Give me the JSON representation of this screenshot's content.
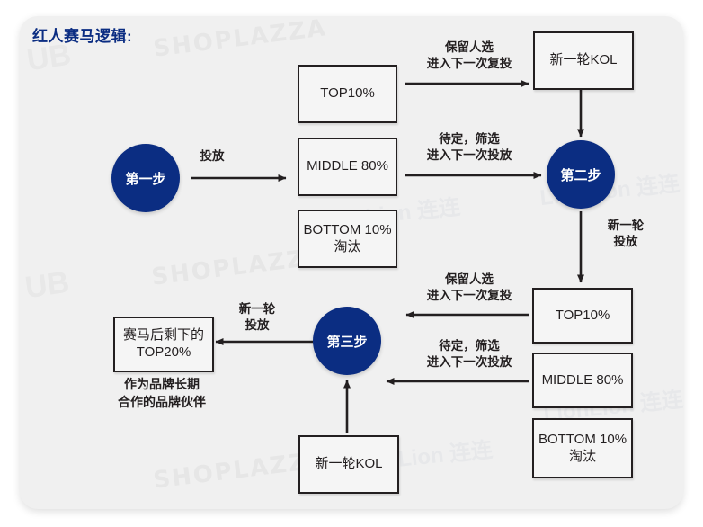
{
  "page": {
    "title": "红人赛马逻辑:",
    "accent_color": "#0b2d82",
    "card_bg": "#f0f0f0",
    "box_border": "#231f20"
  },
  "watermarks": [
    {
      "text": "SHOPLAZZA",
      "kind": "shoplazza"
    },
    {
      "text": "UB",
      "kind": "ub"
    },
    {
      "text": "LionLion 连连",
      "kind": "lionlion"
    }
  ],
  "steps": [
    {
      "id": "step1",
      "label": "第一步"
    },
    {
      "id": "step2",
      "label": "第二步"
    },
    {
      "id": "step3",
      "label": "第三步"
    }
  ],
  "boxes": {
    "round1_top": "TOP10%",
    "round1_middle": "MIDDLE\n80%",
    "round1_bottom": "BOTTOM\n10%淘汰",
    "new_kol_top": "新一轮KOL",
    "round2_top": "TOP10%",
    "round2_middle": "MIDDLE\n80%",
    "round2_bottom": "BOTTOM\n10%淘汰",
    "final_result": "赛马后剩下的\nTOP20%",
    "new_kol_bottom": "新一轮KOL"
  },
  "arrow_labels": {
    "deliver_1": "投放",
    "keep_retry_1": "保留人选\n进入下一次复投",
    "pending_screen_1": "待定，筛选\n进入下一次投放",
    "new_round_1": "新一轮\n投放",
    "keep_retry_2": "保留人选\n进入下一次复投",
    "pending_screen_2": "待定，筛选\n进入下一次投放",
    "new_round_2": "新一轮\n投放"
  },
  "captions": {
    "final_note": "作为品牌长期\n合作的品牌伙伴"
  }
}
